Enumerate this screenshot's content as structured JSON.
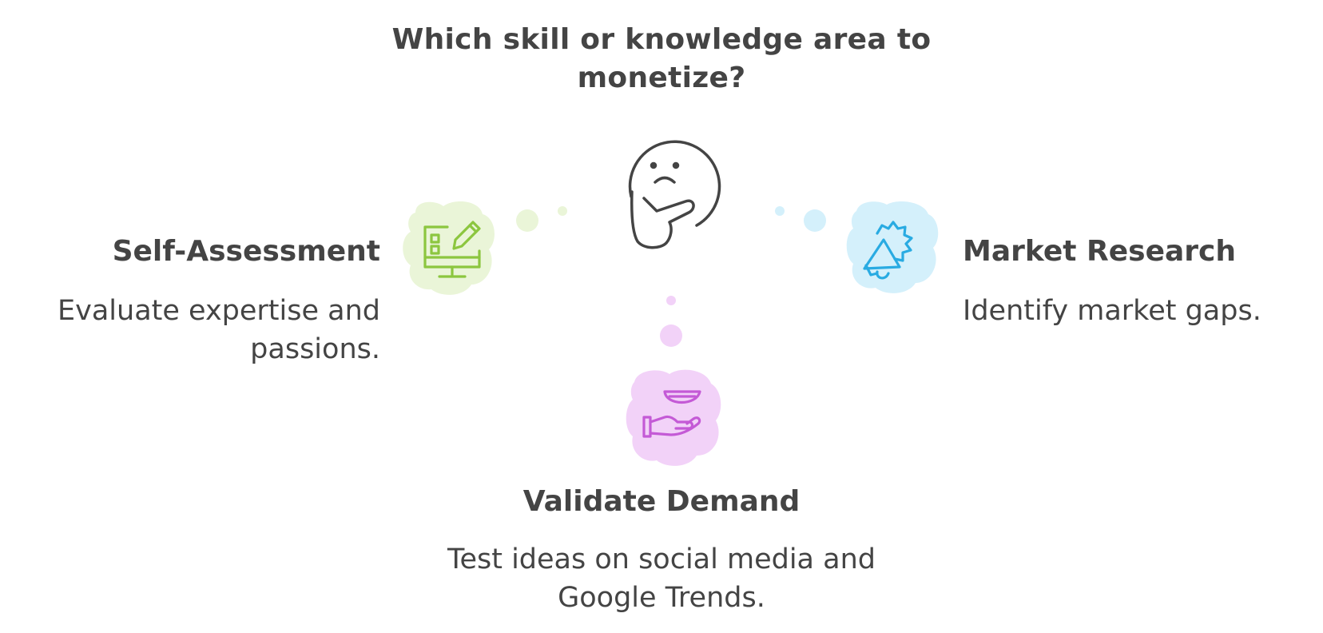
{
  "title": "Which skill or knowledge area to monetize?",
  "branches": {
    "self_assessment": {
      "heading": "Self-Assessment",
      "description": "Evaluate expertise and passions.",
      "color": "#8cc63f",
      "bg_color": "#eaf5d8",
      "icon": "monitor-edit-icon"
    },
    "market_research": {
      "heading": "Market Research",
      "description": "Identify market gaps.",
      "color": "#29abe2",
      "bg_color": "#d4f0fb",
      "icon": "megaphone-icon"
    },
    "validate_demand": {
      "heading": "Validate Demand",
      "description": "Test ideas on social media and Google Trends.",
      "color": "#c45ad6",
      "bg_color": "#f2d2f8",
      "icon": "hand-bowl-icon"
    }
  },
  "center_icon": "thinking-face-icon",
  "text_color": "#444444"
}
